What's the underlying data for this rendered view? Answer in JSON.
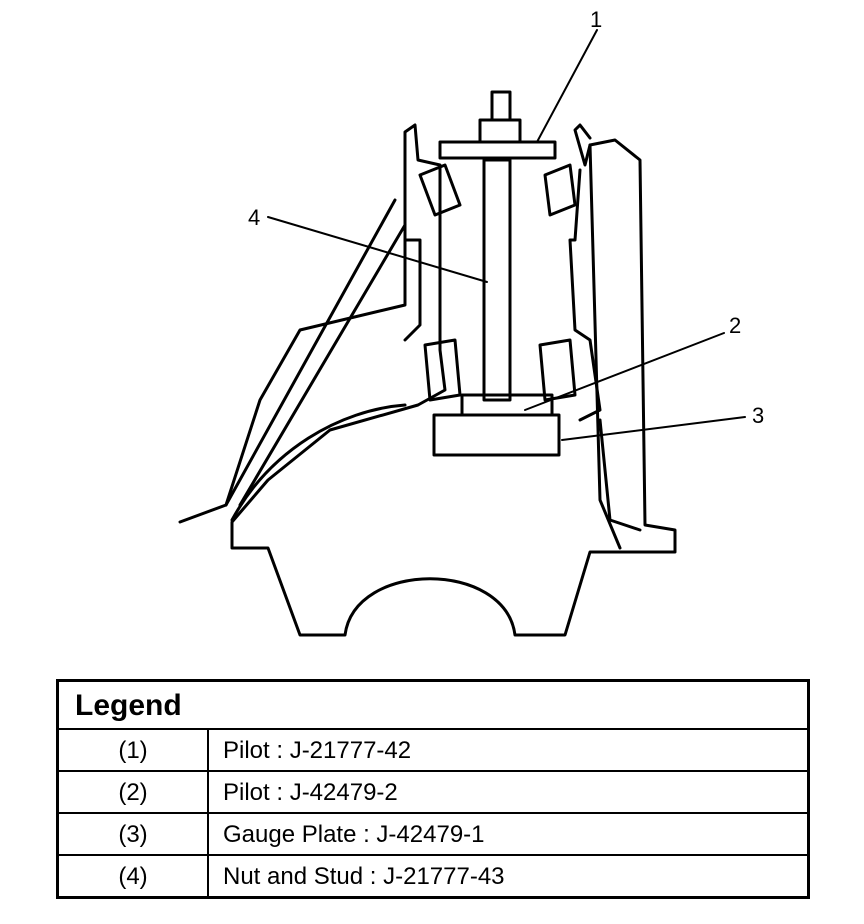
{
  "callouts": [
    "1",
    "2",
    "3",
    "4"
  ],
  "legend": {
    "title": "Legend",
    "rows": [
      {
        "num": "(1)",
        "desc": "Pilot : J-21777-42"
      },
      {
        "num": "(2)",
        "desc": "Pilot : J-42479-2"
      },
      {
        "num": "(3)",
        "desc": "Gauge Plate : J-42479-1"
      },
      {
        "num": "(4)",
        "desc": "Nut and Stud : J-21777-43"
      }
    ]
  }
}
